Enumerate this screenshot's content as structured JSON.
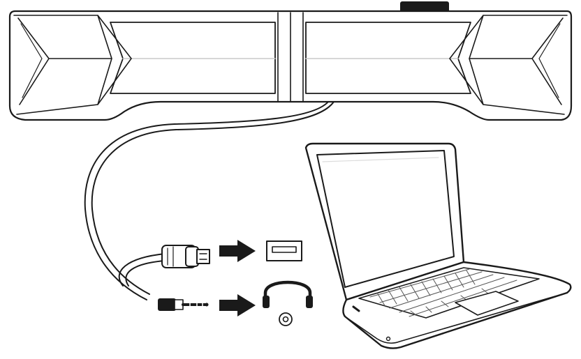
{
  "diagram": {
    "devices": [
      {
        "id": "soundbar",
        "icon": "soundbar-speaker-icon"
      },
      {
        "id": "laptop",
        "icon": "laptop-icon"
      }
    ],
    "connections": [
      {
        "from": "usb-plug",
        "to": "usb-port",
        "arrow": "right-arrow-icon",
        "port_icon": "usb-port-icon"
      },
      {
        "from": "audio-jack-plug",
        "to": "headphone-port",
        "arrow": "right-arrow-icon",
        "port_icon": "headphone-icon"
      }
    ],
    "colors": {
      "line": "#1a1a1a",
      "fill": "#ffffff",
      "dark": "#111111",
      "screen_glare": "#dcdcdc"
    }
  }
}
